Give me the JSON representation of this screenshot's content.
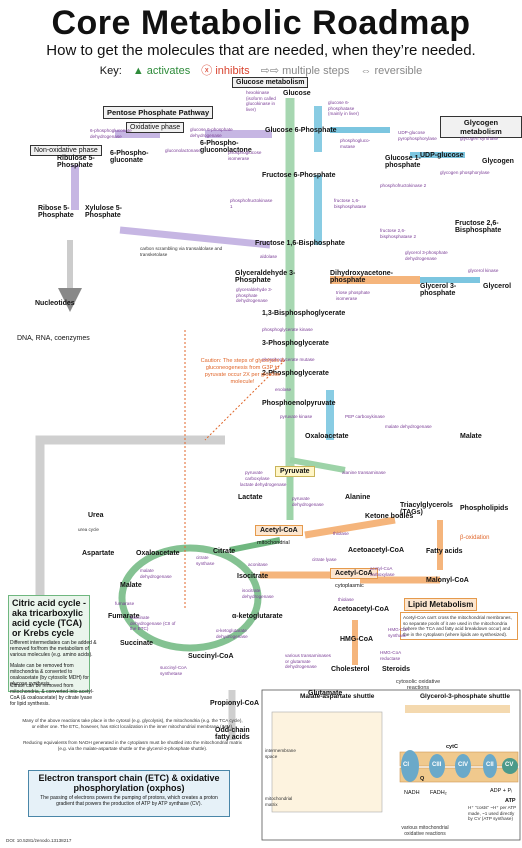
{
  "header": {
    "title": "Core Metabolic Roadmap",
    "subtitle": "How to get the molecules that are needed, when they’re needed.",
    "key_label": "Key:",
    "key_activates": "▲ activates",
    "key_inhibits": "ⓧ inhibits",
    "key_multiple": "⇨⇨ multiple steps",
    "key_reversible": "⇔ reversible"
  },
  "sections": {
    "glucose_metabolism": "Glucose metabolism",
    "pentose_phosphate": "Pentose Phosphate Pathway",
    "oxidative_phase": "Oxidative phase",
    "non_oxidative_phase": "Non-oxidative phase",
    "glycogen_metabolism": "Glycogen metabolism",
    "lipid_metabolism": "Lipid Metabolism",
    "malate_aspartate_shuttle": "Malate-aspartate shuttle",
    "glycerol_shuttle": "Glycerol-3-phosphate shuttle",
    "cytosolic_ox": "cytosolic oxidative reactions",
    "mito_ox": "various mitochondrial oxidative reactions"
  },
  "glycolysis": {
    "glucose": "Glucose",
    "g6p": "Glucose 6-Phosphate",
    "f6p": "Fructose 6-Phosphate",
    "f16bp": "Fructose 1,6-Bisphosphate",
    "gap": "Glyceraldehyde 3-Phosphate",
    "dhap": "Dihydroxyacetone-phosphate",
    "bpg13": "1,3-Bisphosphoglycerate",
    "pg3": "3-Phosphoglycerate",
    "pg2": "2-Phosphoglycerate",
    "pep": "Phosphoenolpyruvate",
    "oaa_cyto": "Oxaloacetate",
    "malate_cyto": "Malate",
    "pyruvate": "Pyruvate",
    "lactate": "Lactate",
    "alanine": "Alanine",
    "g1p": "Glucose 1-phosphate",
    "udp_glucose": "UDP-glucose",
    "glycogen": "Glycogen",
    "f26bp": "Fructose 2,6-Bisphosphate",
    "glycerol3p": "Glycerol 3-phosphate",
    "glycerol": "Glycerol"
  },
  "ppp": {
    "pgl6": "6-Phospho-gluconolactone",
    "pg6": "6-Phospho-gluconate",
    "ribulose5p": "Ribulose 5-Phosphate",
    "ribose5p": "Ribose 5-Phosphate",
    "xylulose5p": "Xylulose 5-Phosphate",
    "nucleotides": "Nucleotides",
    "dna": "DNA, RNA, coenzymes",
    "carbon_scrambling": "carbon scrambling via transaldolase and transketolase"
  },
  "tca": {
    "acetyl_coa": "Acetyl-CoA",
    "citrate": "Citrate",
    "isocitrate": "Isocitrate",
    "akg": "α-ketoglutarate",
    "succinyl_coa": "Succinyl-CoA",
    "succinate": "Succinate",
    "fumarate": "Fumarate",
    "malate": "Malate",
    "oaa": "Oxaloacetate",
    "aspartate": "Aspartate",
    "urea": "Urea",
    "glutamate": "Glutamate",
    "propionyl_coa": "Propionyl-CoA",
    "odd_chain": "Odd-chain fatty acids",
    "mitochondrial": "mitochondrial",
    "urea_cycle": "urea cycle"
  },
  "lipid": {
    "ketone_bodies": "Ketone bodies",
    "acetoacetyl_coa": "Acetoacetyl-CoA",
    "acetoacetyl_coa2": "Acetoacetyl-CoA",
    "triacylglycerols": "Triacylglycerols (TAGs)",
    "phospholipids": "Phospholipids",
    "fatty_acids": "Fatty acids",
    "malonyl_coa": "Malonyl-CoA",
    "acetyl_coa_cyto": "Acetyl-CoA",
    "cytoplasmic": "cytoplasmic",
    "hmg_coa": "HMG-CoA",
    "cholesterol": "Cholesterol",
    "steroids": "Steroids",
    "beta_oxidation": "β-oxidation",
    "lipid_text": "Acetyl-CoA can't cross the mitochondrial membranes, so separate pools of it are used in the mitochondria (where the TCA and fatty acid breakdown occur) and the in the cytoplasm (where lipids are synthesized)."
  },
  "tca_panel": {
    "title": "Citric acid cycle - aka tricarboxylic acid cycle (TCA) or Krebs cycle",
    "line1": "Different intermediates can be added & removed for/from the metabolism of various molecules (e.g. amino acids).",
    "line2": "Malate can be removed from mitochondria & converted to oxaloacetate (by cytosolic MDH) for glucose synthesis.",
    "line3": "Citrate can be removed from mitochondria, & converted into acetyl-CoA (& oxaloacetate) by citrate lyase for lipid synthesis."
  },
  "etc_panel": {
    "title": "Electron transport chain (ETC) & oxidative phosphorylation (oxphos)",
    "text": "The passing of electrons powers the pumping of protons, which creates a proton gradient that powers the production of ATP by ATP synthase (CV).",
    "note1": "Many of the above reactions take place in the cytosol (e.g. glycolysis), the mitochondria (e.g. the TCA cycle), or either one. The ETC, however, has strict localization in the inner mitochondrial membrane (IMM).",
    "note2": "Reducing equivalents from NADH generated in the cytoplasm must be shuttled into the mitochondrial matrix (e.g. via the malate-aspartate shuttle or the glycerol-3-phosphate shuttle).",
    "intermembrane": "intermembrane space",
    "matrix": "mitochondrial matrix"
  },
  "caution": "Caution: The steps of glycolysis & gluconeogenesis from G3P to pyruvate occur 2X per glucose molecule!",
  "enzymes": {
    "hexokinase": "hexokinase (isoform called glucokinase in liver)",
    "g6pase": "glucose 6-phosphatase (mainly in liver)",
    "g6pdh": "glucose 6-phosphate dehydrogenase",
    "pgl": "gluconolactonase",
    "pgdh": "6-phosphogluconate dehydrogenase",
    "gpi": "phosphoglucose isomerase",
    "pgm": "phosphogluco-mutase",
    "pfk1": "phosphofructokinase 1",
    "fbp1": "fructose 1,6-bisphosphatase",
    "pfk2": "phosphofructokinase 2",
    "fbp2": "fructose 2,6-bisphosphatase 2",
    "aldolase": "aldolase",
    "tpi": "triose phosphate isomerase",
    "gapdh": "glyceraldehyde 3-phosphate dehydrogenase",
    "pgk": "phosphoglycerate kinase",
    "pgam": "phosphoglycerate mutase",
    "enolase": "enolase",
    "pk": "pyruvate kinase",
    "pepck": "PEP carboxykinase",
    "mdh": "malate dehydrogenase",
    "pc": "pyruvate carboxylase",
    "ldh": "lactate dehydrogenase",
    "alt": "alanine transaminase",
    "pdh": "pyruvate dehydrogenase",
    "cs": "citrate synthase",
    "aconitase": "aconitase",
    "idh": "isocitrate dehydrogenase",
    "akgdh": "α-ketoglutarate dehydrogenase",
    "scs": "succinyl-CoA synthetase",
    "sdh": "succinate dehydrogenase (CII of the ETC)",
    "fumarase": "fumarase",
    "citrate_lyase": "citrate lyase",
    "thiolase": "thiolase",
    "acc": "acetyl-CoA carboxylase",
    "glycogen_synthase": "glycogen synthase",
    "glycogen_phosphorylase": "glycogen phosphorylase",
    "udp_gpp": "UDP-glucose pyrophosphorylase",
    "glycerol_kinase": "glycerol kinase",
    "g3pdh": "glycerol 3-phosphate dehydrogenase",
    "hmg_synthase": "HMG-CoA synthase",
    "hmg_reductase": "HMG-CoA reductase",
    "transaminases": "various transaminases or glutamate dehydrogenase"
  },
  "etc": {
    "ci": "CI",
    "cii": "CII",
    "ciii": "CIII",
    "civ": "CIV",
    "cv": "CV",
    "q": "Q",
    "cytc": "cytC",
    "atp_label": "ATP",
    "adp_label": "ADP + Pᵢ",
    "nadh": "NADH",
    "fadh2": "FADH₂",
    "footnote": "H⁺ \"costs\" ~H⁺ per ATP made, ~1 used directly by CV (ATP synthase)"
  },
  "doi": "DOI: 10.5281/zenodo.13138217",
  "colors": {
    "glycolysis": "#9dd3a8",
    "gluconeogenesis": "#7cc6e0",
    "ppp": "#c6b6e3",
    "lipid": "#f5b57c",
    "tca": "#6fb77f",
    "activate": "#2e8b3a",
    "inhibit": "#d8432f",
    "enzyme": "#7a3d96"
  }
}
